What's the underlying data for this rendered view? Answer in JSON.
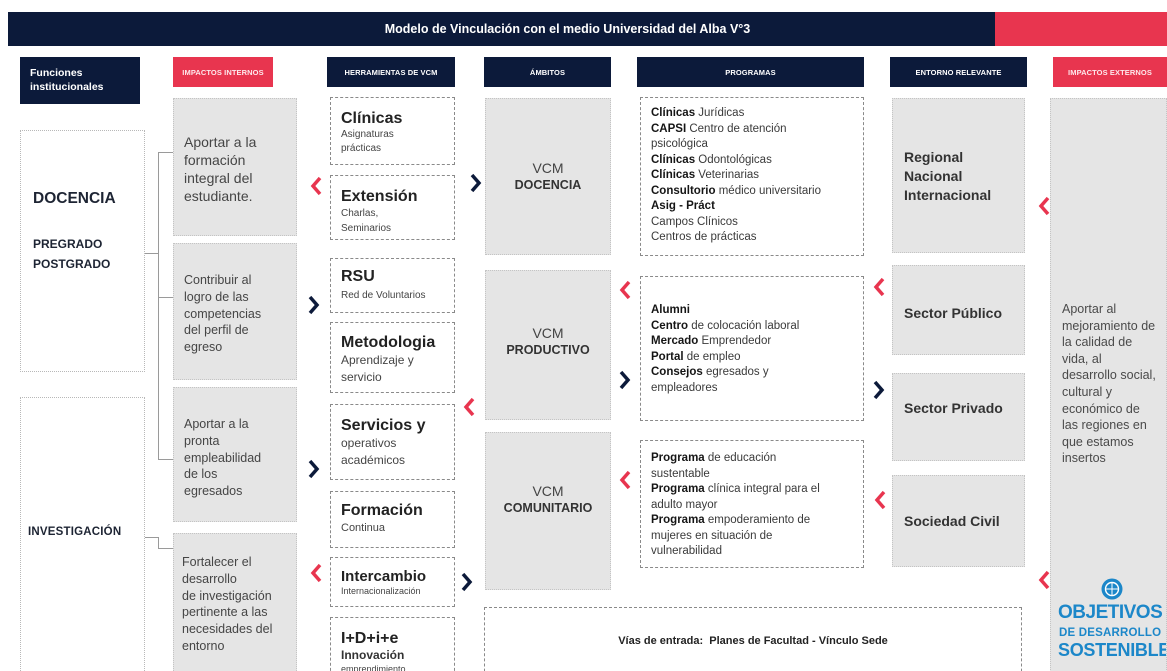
{
  "title": "Modelo de Vinculación con el medio Universidad del Alba V°3",
  "colors": {
    "navy": "#0c1a3a",
    "red": "#e8354f",
    "box_gray": "#e5e5e5",
    "sdg_blue": "#1c87c9"
  },
  "headers": {
    "funciones": "Funciones\ninstitucionales",
    "impactos_internos": "IMPACTOS INTERNOS",
    "herramientas": "HERRAMIENTAS DE VCM",
    "ambitos": "ÁMBITOS",
    "programas": "PROGRAMAS",
    "entorno": "ENTORNO RELEVANTE",
    "impactos_externos": "IMPACTOS EXTERNOS"
  },
  "funciones": {
    "docencia": {
      "name": "DOCENCIA",
      "levels": [
        "PREGRADO",
        "POSTGRADO"
      ]
    },
    "investigacion": {
      "name": "INVESTIGACIÓN"
    }
  },
  "impactos_internos": [
    "Aportar a la\nformación\nintegral del\nestudiante.",
    "Contribuir al\nlogro de las\ncompetencias\ndel perfil de\negreso",
    "Aportar a la\npronta\nempleabilidad\nde los\negresados",
    "Fortalecer el\ndesarrollo\nde investigación\npertinente a las\nnecesidades del\nentorno"
  ],
  "herramientas": [
    {
      "title": "Clínicas",
      "desc": "Asignaturas\nprácticas"
    },
    {
      "title": "Extensión",
      "desc": "Charlas,\nSeminarios"
    },
    {
      "title": "RSU",
      "desc": "Red de Voluntarios"
    },
    {
      "title": "Metodologia",
      "desc": "Aprendizaje y\nservicio"
    },
    {
      "title": "Servicios y",
      "desc": "operativos\nacadémicos"
    },
    {
      "title": "Formación",
      "desc": "Continua"
    },
    {
      "title": "Intercambio",
      "desc": "Internacionalización"
    },
    {
      "title": "I+D+i+e",
      "subtitle": "Innovación",
      "desc": "emprendimiento"
    }
  ],
  "ambitos": [
    {
      "label": "VCM",
      "name": "DOCENCIA"
    },
    {
      "label": "VCM",
      "name": "PRODUCTIVO"
    },
    {
      "label": "VCM",
      "name": "COMUNITARIO"
    }
  ],
  "programas": [
    [
      {
        "b": "Clínicas",
        "t": " Jurídicas"
      },
      {
        "b": "CAPSI",
        "t": " Centro de atención\npsicológica"
      },
      {
        "b": "Clínicas",
        "t": " Odontológicas"
      },
      {
        "b": "Clínicas",
        "t": " Veterinarias"
      },
      {
        "b": "Consultorio",
        "t": " médico universitario"
      },
      {
        "b": "Asig - Práct",
        "t": ""
      },
      {
        "b": "",
        "t": "Campos Clínicos"
      },
      {
        "b": "",
        "t": "Centros de prácticas"
      }
    ],
    [
      {
        "b": "Alumni",
        "t": ""
      },
      {
        "b": "Centro",
        "t": " de colocación laboral"
      },
      {
        "b": "Mercado",
        "t": " Emprendedor"
      },
      {
        "b": "Portal",
        "t": " de empleo"
      },
      {
        "b": "Consejos",
        "t": " egresados y\nempleadores"
      }
    ],
    [
      {
        "b": "Programa",
        "t": " de educación\nsustentable"
      },
      {
        "b": "Programa",
        "t": " clínica integral para el\nadulto mayor"
      },
      {
        "b": "Programa",
        "t": " empoderamiento de\nmujeres en situación de\nvulnerabilidad"
      }
    ]
  ],
  "entorno": [
    "Regional\nNacional\nInternacional",
    "Sector Público",
    "Sector Privado",
    "Sociedad Civil"
  ],
  "impacto_externo": "Aportar al\nmejoramiento de\nla calidad de\nvida, al\ndesarrollo social,\ncultural y\neconómico de\nlas regiones en\nque estamos\ninsertos",
  "sdg": {
    "line1": "OBJETIVOS",
    "line2": "DE DESARROLLO",
    "line3": "SOSTENIBLE"
  },
  "vias_de_entrada": "Vías de entrada:  Planes de Facultad - Vínculo Sede"
}
